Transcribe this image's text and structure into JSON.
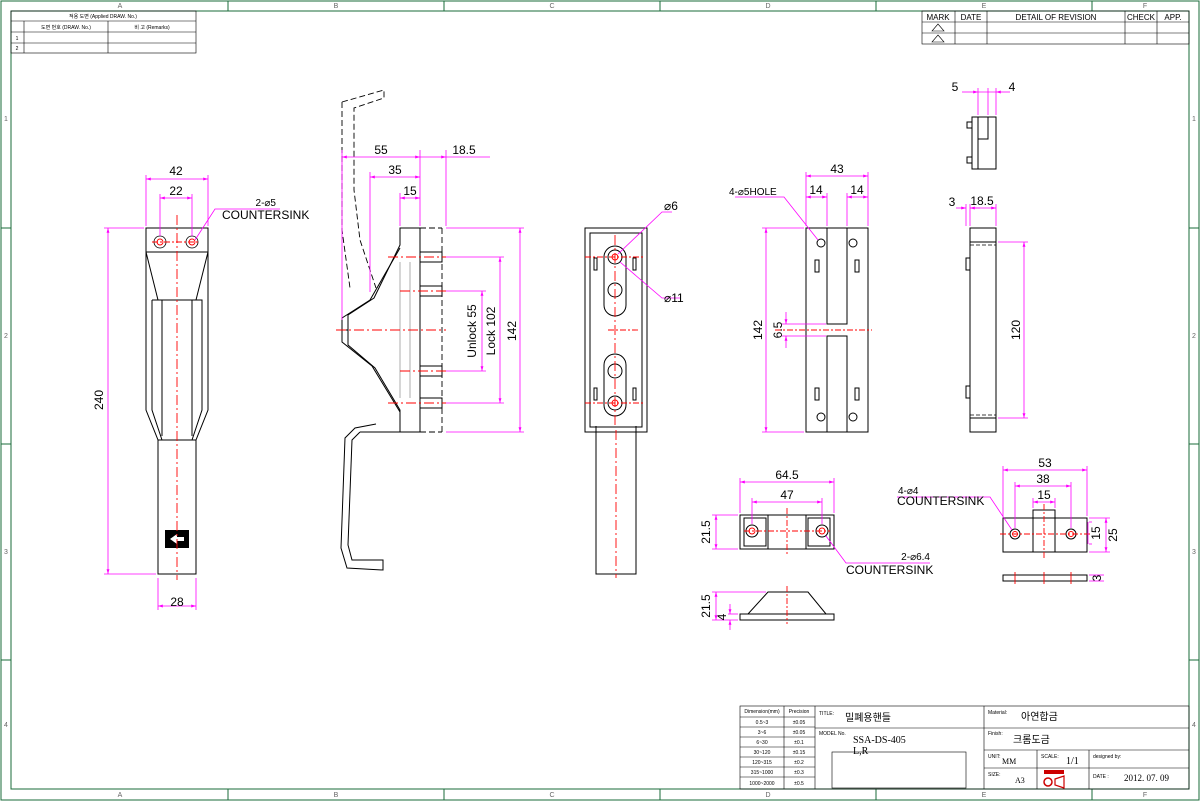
{
  "border": {
    "zone_cols": [
      "A",
      "B",
      "C",
      "D",
      "E",
      "F"
    ],
    "zone_rows": [
      "1",
      "2",
      "3",
      "4"
    ]
  },
  "ref_table": {
    "header": "적용 도면 (Applied DRAW. No.)",
    "col_drawno": "도면 번호 (DRAW. No.)",
    "col_remarks": "비 고 (Remarks)",
    "rows": [
      "1",
      "2"
    ]
  },
  "revision_table": {
    "headers": [
      "MARK",
      "DATE",
      "DETAIL OF REVISION",
      "CHECK",
      "APP."
    ]
  },
  "dimensions": {
    "front": {
      "w42": "42",
      "w22": "22",
      "h240": "240",
      "w28": "28"
    },
    "front_note": {
      "qty": "2-⌀5",
      "type": "COUNTERSINK"
    },
    "side": {
      "w55": "55",
      "w35": "35",
      "w185": "18.5",
      "w15": "15",
      "unlock": "Unlock 55",
      "lock": "Lock 102",
      "h142": "142"
    },
    "back": {
      "d6": "⌀6",
      "d11": "⌀11"
    },
    "plate": {
      "hole_note": "4-⌀5HOLE",
      "w43": "43",
      "w14a": "14",
      "w14b": "14",
      "h142": "142",
      "w65": "6.5"
    },
    "thin_top": {
      "a": "5",
      "b": "4"
    },
    "thin_side": {
      "a": "3",
      "b": "18.5",
      "h120": "120"
    },
    "block": {
      "w645": "64.5",
      "w47": "47",
      "h215": "21.5",
      "note_qty": "2-⌀6.4",
      "note_type": "COUNTERSINK"
    },
    "block_side": {
      "h215": "21.5",
      "h4": "4"
    },
    "bracket": {
      "note_qty": "4-⌀4",
      "note_type": "COUNTERSINK",
      "w53": "53",
      "w38": "38",
      "w15": "15",
      "h15": "15",
      "h25": "25",
      "t3": "3"
    }
  },
  "title_block": {
    "tol_header_dim": "Dimension(mm)",
    "tol_header_prec": "Precision",
    "tolerances": [
      {
        "range": "0.5~3",
        "prec": "±0.05"
      },
      {
        "range": "3~6",
        "prec": "±0.05"
      },
      {
        "range": "6~30",
        "prec": "±0.1"
      },
      {
        "range": "30~120",
        "prec": "±0.15"
      },
      {
        "range": "120~315",
        "prec": "±0.2"
      },
      {
        "range": "315~1000",
        "prec": "±0.3"
      },
      {
        "range": "1000~2000",
        "prec": "±0.5"
      }
    ],
    "title_label": "TITLE:",
    "title": "밀폐용핸들",
    "model_label": "MODEL No.",
    "model": "SSA-DS-405",
    "model_variant": "L,R",
    "material_label": "Material:",
    "material": "아연합금",
    "finish_label": "Finish:",
    "finish": "크롬도금",
    "unit_label": "UNIT:",
    "unit": "MM",
    "scale_label": "SCALE:",
    "scale": "1/1",
    "designed_label": "designed by:",
    "size_label": "SIZE:",
    "size": "A3",
    "date_label": "DATE :",
    "date": "2012. 07. 09"
  },
  "colors": {
    "line": "#000000",
    "dimension": "#ff00ff",
    "center": "#ff0000",
    "hidden": "#999999",
    "border": "#1a6b3a"
  }
}
